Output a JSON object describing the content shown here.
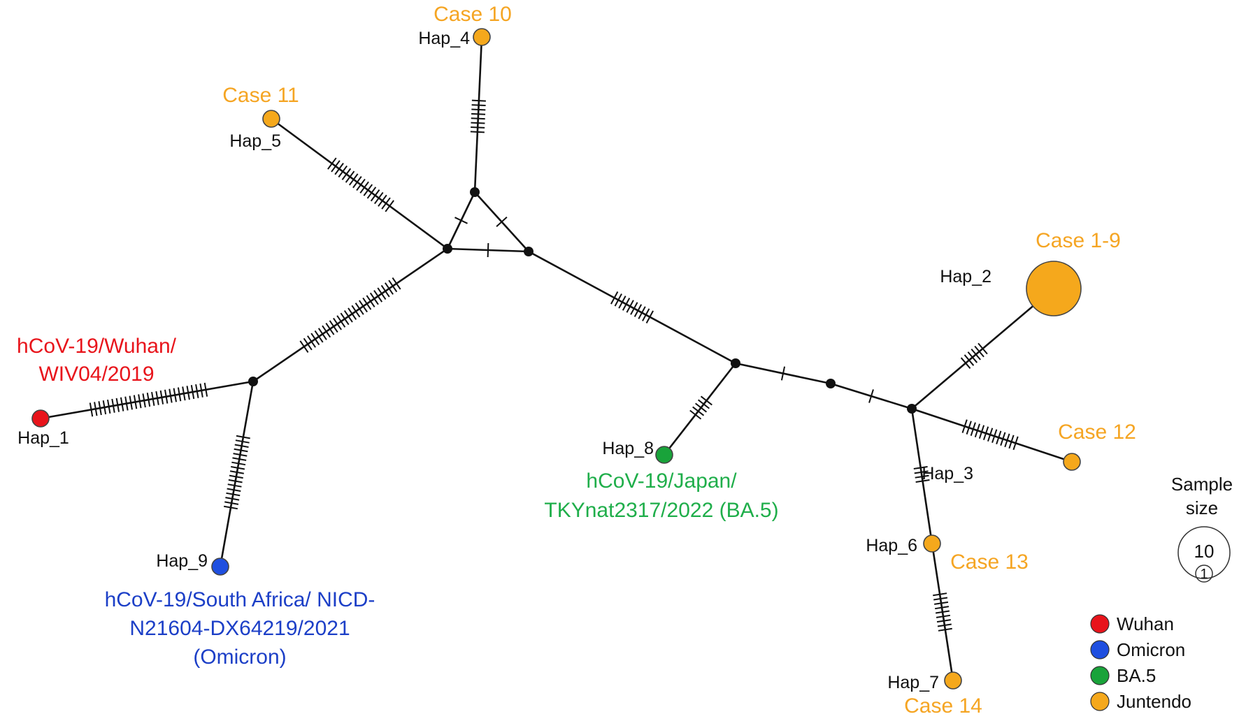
{
  "colors": {
    "wuhan": "#e8141b",
    "omicron": "#1f4fe0",
    "ba5": "#19a33a",
    "juntendo": "#f5a81c",
    "wuhan_text": "#e8141b",
    "omicron_text": "#1c3fc7",
    "ba5_text": "#1fae4a",
    "juntendo_text": "#f5a523"
  },
  "network": {
    "haplotypes": [
      {
        "id": "Hap_1",
        "label": "Hap_1",
        "group": "wuhan",
        "count": 1
      },
      {
        "id": "Hap_2",
        "label": "Hap_2",
        "group": "juntendo",
        "count": 9
      },
      {
        "id": "Hap_3",
        "label": "Hap_3",
        "group": "juntendo",
        "count": 1
      },
      {
        "id": "Hap_4",
        "label": "Hap_4",
        "group": "juntendo",
        "count": 1
      },
      {
        "id": "Hap_5",
        "label": "Hap_5",
        "group": "juntendo",
        "count": 1
      },
      {
        "id": "Hap_6",
        "label": "Hap_6",
        "group": "juntendo",
        "count": 1
      },
      {
        "id": "Hap_7",
        "label": "Hap_7",
        "group": "juntendo",
        "count": 1
      },
      {
        "id": "Hap_8",
        "label": "Hap_8",
        "group": "ba5",
        "count": 1
      },
      {
        "id": "Hap_9",
        "label": "Hap_9",
        "group": "omicron",
        "count": 1
      }
    ],
    "median_vectors": [
      "mv1",
      "mv2",
      "mv3",
      "mv4",
      "mv5",
      "mv6",
      "mv7"
    ],
    "edges": [
      {
        "from": "Hap_1",
        "to": "mv1",
        "mutations": 27
      },
      {
        "from": "mv1",
        "to": "Hap_9",
        "mutations": 17
      },
      {
        "from": "mv1",
        "to": "mv2",
        "mutations": 26
      },
      {
        "from": "mv2",
        "to": "Hap_5",
        "mutations": 17
      },
      {
        "from": "mv2",
        "to": "mv3",
        "mutations": 1
      },
      {
        "from": "mv2",
        "to": "mv4",
        "mutations": 1
      },
      {
        "from": "mv3",
        "to": "mv4",
        "mutations": 1
      },
      {
        "from": "mv3",
        "to": "Hap_4",
        "mutations": 8
      },
      {
        "from": "mv4",
        "to": "mv5",
        "mutations": 10
      },
      {
        "from": "mv5",
        "to": "Hap_8",
        "mutations": 5
      },
      {
        "from": "mv5",
        "to": "mv6",
        "mutations": 1
      },
      {
        "from": "mv6",
        "to": "mv7",
        "mutations": 1
      },
      {
        "from": "mv7",
        "to": "Hap_2",
        "mutations": 6
      },
      {
        "from": "mv7",
        "to": "Hap_3",
        "mutations": 13
      },
      {
        "from": "mv7",
        "to": "Hap_6",
        "mutations": 4
      },
      {
        "from": "Hap_6",
        "to": "Hap_7",
        "mutations": 9
      }
    ]
  },
  "labels": {
    "case_10": "Case 10",
    "case_11": "Case 11",
    "case_1_9": "Case 1-9",
    "case_12": "Case 12",
    "case_13": "Case 13",
    "case_14": "Case 14",
    "wuhan_line1": "hCoV-19/Wuhan/",
    "wuhan_line2": "WIV04/2019",
    "omicron_line1": "hCoV-19/South Africa/ NICD-",
    "omicron_line2": "N21604-DX64219/2021",
    "omicron_line3": "(Omicron)",
    "ba5_line1": "hCoV-19/Japan/",
    "ba5_line2": "TKYnat2317/2022 (BA.5)"
  },
  "sample_size": {
    "title_line1": "Sample",
    "title_line2": "size",
    "large_value": "10",
    "small_value": "1"
  },
  "legend": [
    {
      "label": "Wuhan",
      "group": "wuhan"
    },
    {
      "label": "Omicron",
      "group": "omicron"
    },
    {
      "label": "BA.5",
      "group": "ba5"
    },
    {
      "label": "Juntendo",
      "group": "juntendo"
    }
  ]
}
